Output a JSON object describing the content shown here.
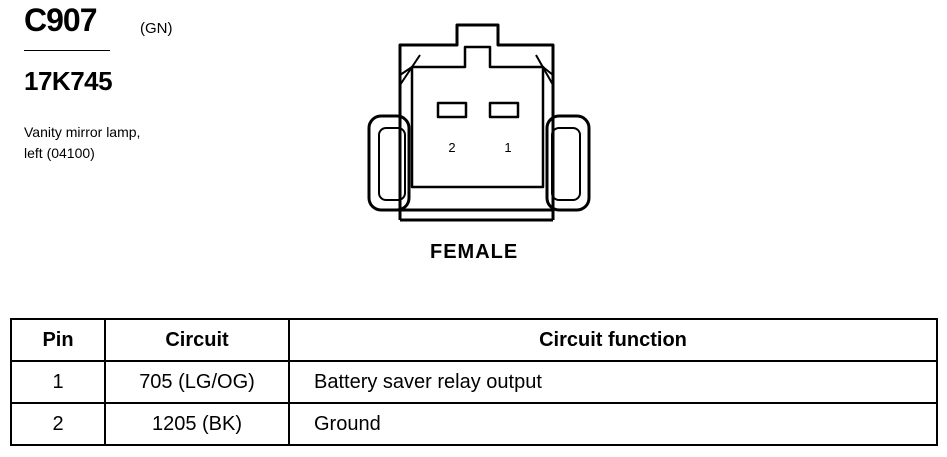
{
  "connector": {
    "id": "C907",
    "color_code": "(GN)",
    "part_number": "17K745",
    "description_line1": "Vanity mirror lamp,",
    "description_line2": "left (04100)",
    "gender": "FEMALE",
    "pin_labels": [
      "2",
      "1"
    ]
  },
  "table": {
    "headers": [
      "Pin",
      "Circuit",
      "Circuit function"
    ],
    "rows": [
      {
        "pin": "1",
        "circuit": "705 (LG/OG)",
        "function": "Battery saver relay output"
      },
      {
        "pin": "2",
        "circuit": "1205 (BK)",
        "function": "Ground"
      }
    ]
  }
}
